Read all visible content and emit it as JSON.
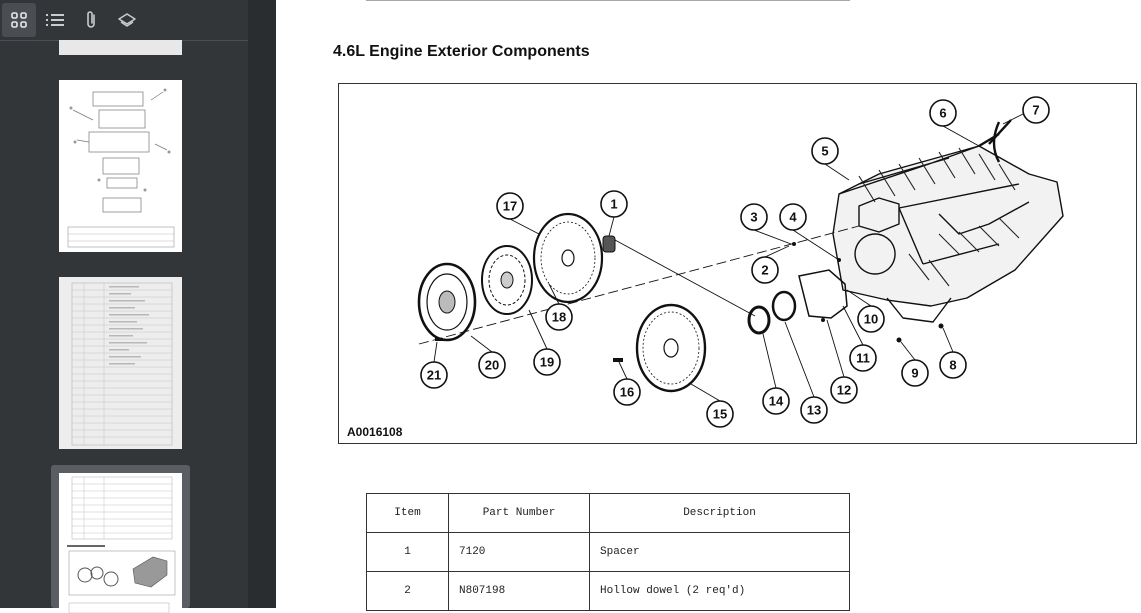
{
  "toolbar": {
    "thumbnails_icon": "grid-icon",
    "outline_icon": "list-icon",
    "attachments_icon": "paperclip-icon",
    "layers_icon": "layers-icon"
  },
  "document": {
    "heading": "4.6L Engine Exterior Components",
    "figure_code": "A0016108",
    "callouts": [
      "1",
      "2",
      "3",
      "4",
      "5",
      "6",
      "7",
      "8",
      "9",
      "10",
      "11",
      "12",
      "13",
      "14",
      "15",
      "16",
      "17",
      "18",
      "19",
      "20",
      "21"
    ],
    "table": {
      "headers": [
        "Item",
        "Part Number",
        "Description"
      ],
      "rows": [
        [
          "1",
          "7120",
          "Spacer"
        ],
        [
          "2",
          "N807198",
          "Hollow dowel (2 req'd)"
        ]
      ]
    }
  },
  "colors": {
    "sidebar_bg": "#323639",
    "active_tab_bg": "#4a4e52",
    "page_bg": "#ffffff"
  }
}
